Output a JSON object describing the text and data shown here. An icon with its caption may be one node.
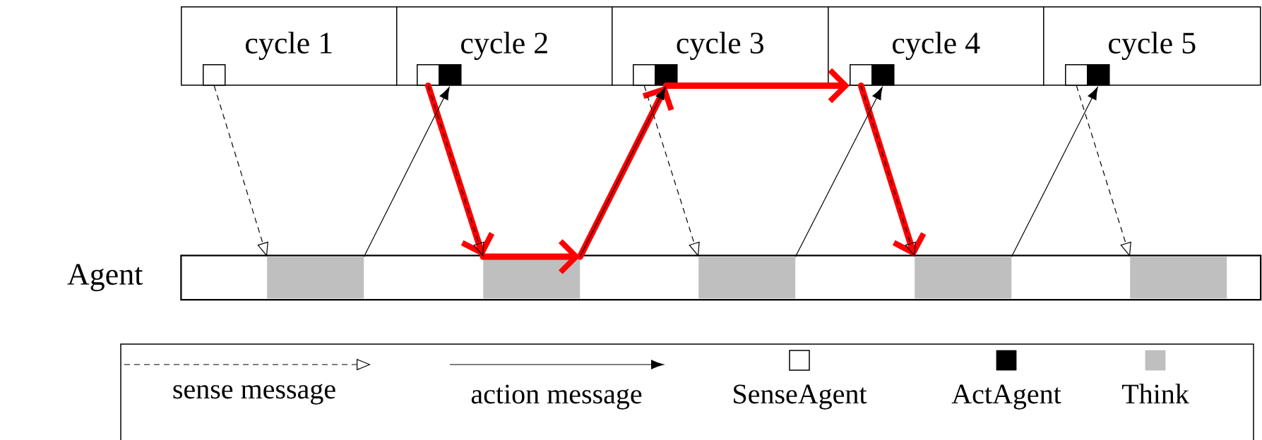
{
  "diagram": {
    "nodes": [
      {
        "text": [
          "cycle 1"
        ]
      },
      {
        "text": [
          "cycle 2"
        ]
      },
      {
        "text": [
          "cycle 3"
        ]
      },
      {
        "text": [
          "cycle 4"
        ]
      },
      {
        "text": [
          "cycle 5"
        ]
      },
      {
        "text": [],
        "shape": "box",
        "in": 0
      },
      {
        "text": [],
        "shape": "box",
        "in": 1
      },
      {
        "text": [],
        "shape": "box",
        "in": 1
      },
      {
        "text": [],
        "shape": "box",
        "in": 2
      },
      {
        "text": [],
        "shape": "box",
        "in": 2
      },
      {
        "text": [],
        "shape": "box",
        "in": 3
      },
      {
        "text": [],
        "shape": "box",
        "in": 3
      },
      {
        "text": [],
        "shape": "box",
        "in": 4
      },
      {
        "text": [],
        "shape": "box",
        "in": 4
      },
      {
        "text": [
          "Agent"
        ]
      },
      {
        "text": [],
        "shape": "bar",
        "in": 14
      },
      {
        "text": [],
        "shape": "bar",
        "in": 14
      },
      {
        "text": [],
        "shape": "bar",
        "in": 14
      },
      {
        "text": [],
        "shape": "bar",
        "in": 14
      },
      {
        "text": [],
        "shape": "bar",
        "in": 14
      }
    ],
    "edges": [
      {
        "from": 5,
        "to": 15,
        "arrow": "to",
        "style": "dashed"
      },
      {
        "from": 6,
        "to": 16,
        "arrow": "to",
        "style": "dashed"
      },
      {
        "from": 8,
        "to": 17,
        "arrow": "to",
        "style": "dashed"
      },
      {
        "from": 10,
        "to": 18,
        "arrow": "to",
        "style": "dashed"
      },
      {
        "from": 12,
        "to": 19,
        "arrow": "to",
        "style": "dashed"
      },
      {
        "from": 15,
        "to": 7,
        "arrow": "to"
      },
      {
        "from": 16,
        "to": 9,
        "arrow": "to"
      },
      {
        "from": 17,
        "to": 11,
        "arrow": "to"
      },
      {
        "from": 18,
        "to": 13,
        "arrow": "to"
      },
      {
        "from": 6,
        "to": 16,
        "arrow": "to",
        "style": "thick",
        "color": "#ff0000"
      },
      {
        "from": 16,
        "to": 16,
        "arrow": "to",
        "style": "thick",
        "color": "#ff0000"
      },
      {
        "from": 16,
        "to": 9,
        "arrow": "to",
        "style": "thick",
        "color": "#ff0000"
      },
      {
        "from": 9,
        "to": 10,
        "arrow": "to",
        "style": "thick",
        "color": "#ff0000"
      },
      {
        "from": 10,
        "to": 18,
        "arrow": "to",
        "style": "thick",
        "color": "#ff0000"
      }
    ],
    "legend": [
      {
        "text": "sense message"
      },
      {
        "text": "action message"
      },
      {
        "text": "SenseAgent"
      },
      {
        "text": "ActAgent",
        "color": "#000000"
      },
      {
        "text": "Think",
        "color": "#bfbfbf"
      }
    ]
  }
}
